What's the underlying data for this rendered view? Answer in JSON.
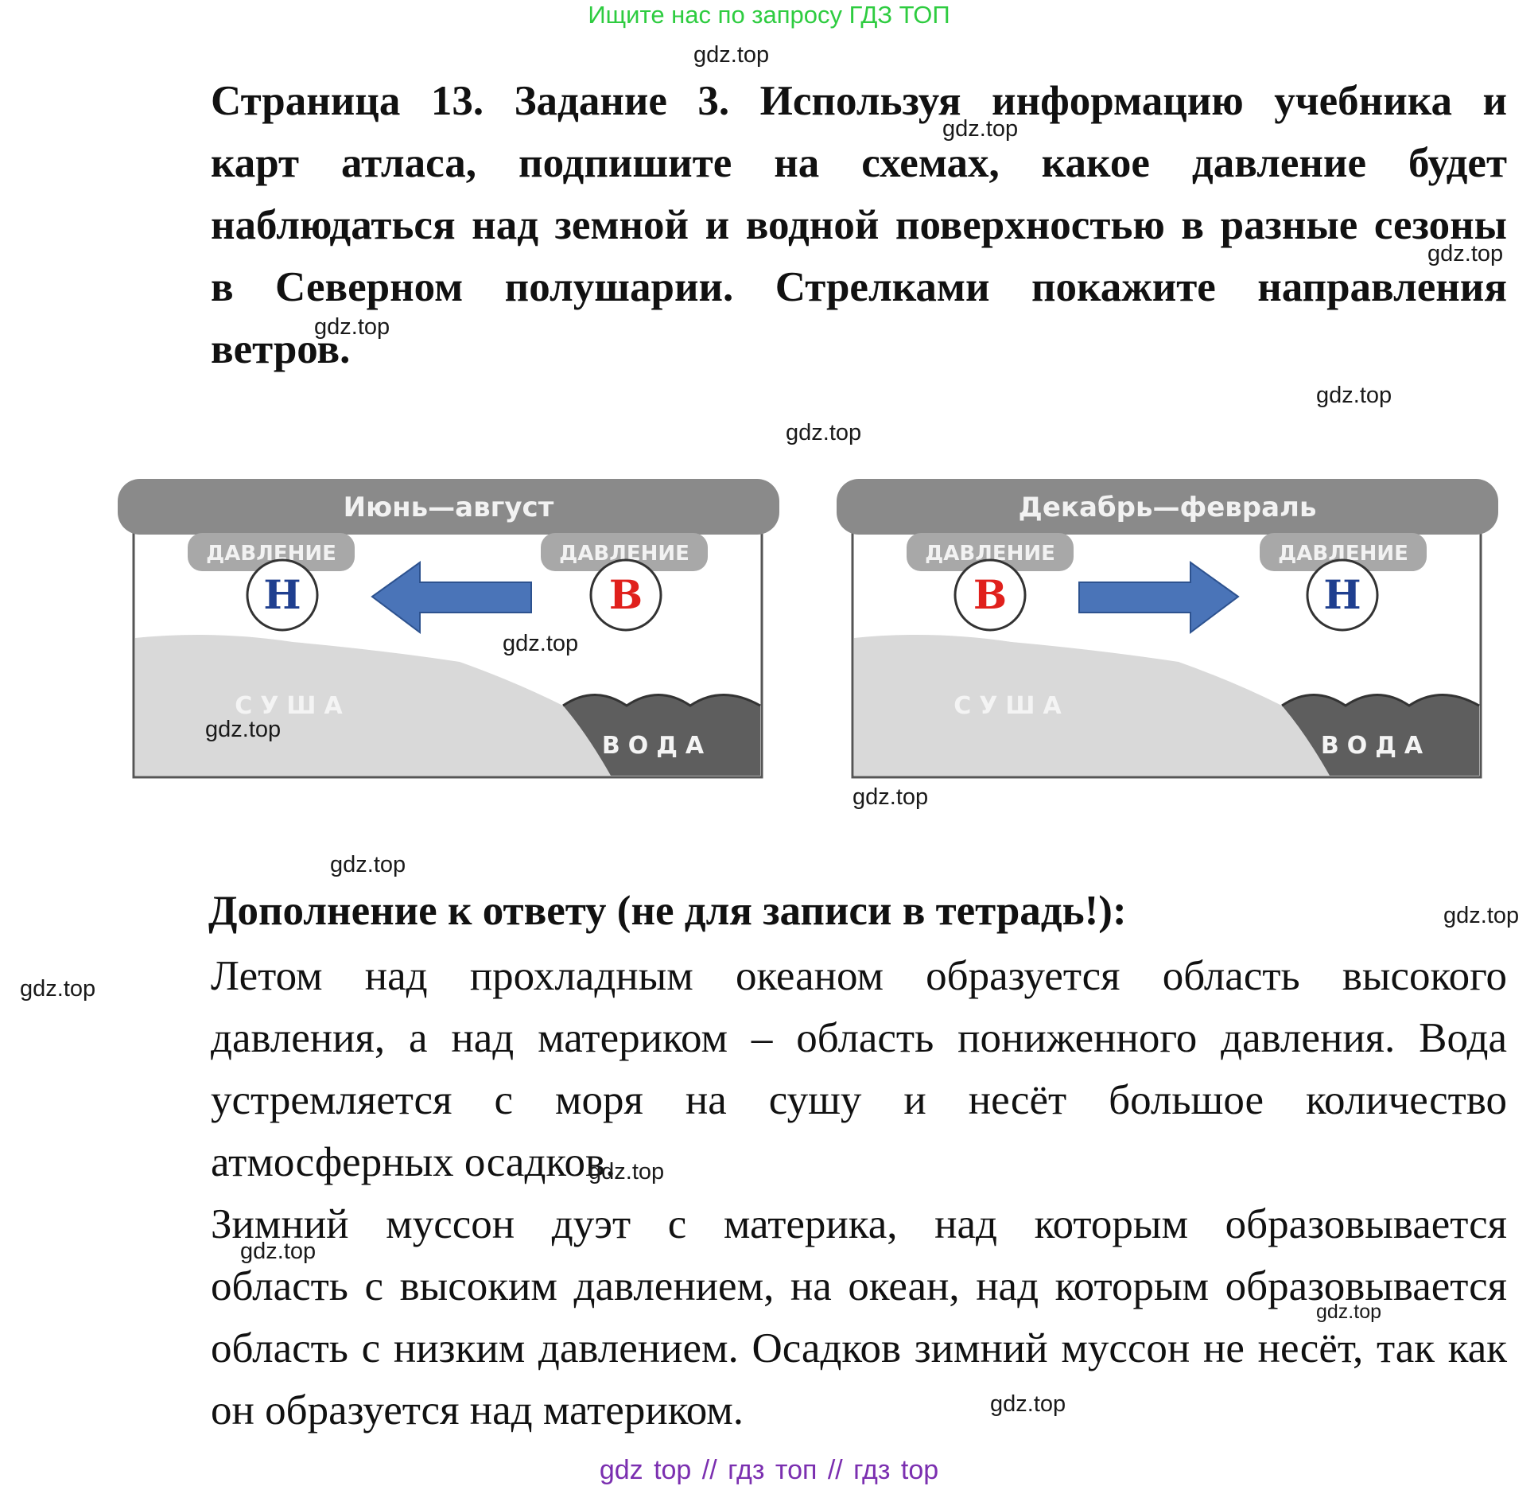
{
  "banner": "Ищите нас по запросу ГДЗ ТОП",
  "task": {
    "lines": [
      "Страница 13. Задание 3. Используя информацию учебника и",
      "карт атласа, подпишите на схемах, какое давление будет",
      "наблюдаться над земной и водной поверхностью в разные сезоны",
      "в Северном полушарии. Стрелками покажите направления",
      "ветров."
    ]
  },
  "diagrams": [
    {
      "season": "Июнь—август",
      "left_box_label": "ДАВЛЕНИЕ",
      "right_box_label": "ДАВЛЕНИЕ",
      "left_pressure": "Н",
      "right_pressure": "В",
      "arrow_direction": "left",
      "land_label": "СУША",
      "water_label": "ВОДА"
    },
    {
      "season": "Декабрь—февраль",
      "left_box_label": "ДАВЛЕНИЕ",
      "right_box_label": "ДАВЛЕНИЕ",
      "left_pressure": "В",
      "right_pressure": "Н",
      "arrow_direction": "right",
      "land_label": "СУША",
      "water_label": "ВОДА"
    }
  ],
  "colors": {
    "pressure_low": "#1f3f8f",
    "pressure_high": "#e0201c",
    "arrow": "#4a74b8",
    "banner": "#2ecc40",
    "bottom_links": "#7b2fb0"
  },
  "addendum": {
    "title": "Дополнение к ответу (не для записи в тетрадь!):",
    "p1_lines": [
      "Летом над прохладным океаном образуется область высокого",
      "давления, а над материком – область пониженного давления. Вода",
      "устремляется с моря на сушу и несёт большое количество",
      "атмосферных осадков."
    ],
    "p2_lines": [
      "Зимний муссон дуэт с материка, над которым образовывается",
      "область с высоким давлением, на океан, над которым образовывается",
      "область с низким давлением. Осадков зимний муссон не несёт, так как",
      "он образуется над материком."
    ]
  },
  "watermark": "gdz.top",
  "bottom_links": "gdz top  //  гдз топ  //  гдз top"
}
